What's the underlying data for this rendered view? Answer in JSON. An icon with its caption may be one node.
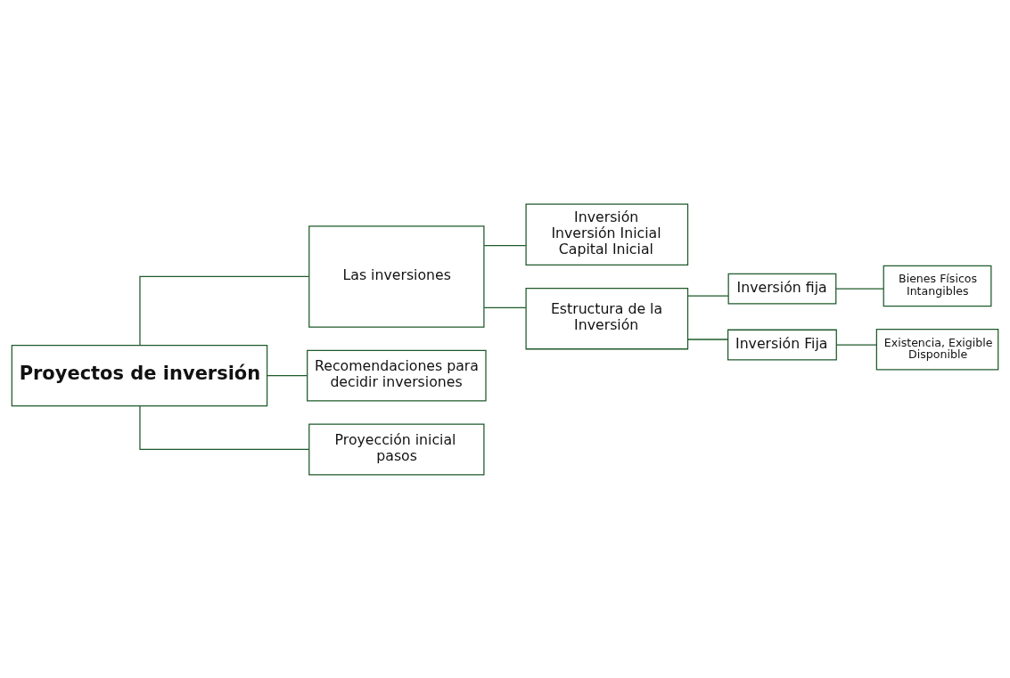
{
  "diagram": {
    "nodes": [
      {
        "text": [
          "Proyectos de inversión"
        ]
      },
      {
        "text": [
          "Las inversiones"
        ]
      },
      {
        "text": [
          "Inversión",
          "Inversión Inicial",
          "Capital Inicial"
        ]
      },
      {
        "text": [
          "Estructura de la Inversión"
        ]
      },
      {
        "text": [
          "Inversión fija"
        ]
      },
      {
        "text": [
          "Bienes Físicos",
          "Intangibles"
        ]
      },
      {
        "text": [
          "Inversión Fija"
        ]
      },
      {
        "text": [
          "Existencia, Exigible",
          "Disponible"
        ]
      },
      {
        "text": [
          "Recomendaciones para decidir inversiones"
        ]
      },
      {
        "text": [
          "Proyección inicial pasos"
        ]
      }
    ],
    "edges": [
      {
        "from": 0,
        "to": 1,
        "arrow": "none"
      },
      {
        "from": 1,
        "to": 2,
        "arrow": "none"
      },
      {
        "from": 1,
        "to": 3,
        "arrow": "none"
      },
      {
        "from": 3,
        "to": 4,
        "arrow": "none"
      },
      {
        "from": 4,
        "to": 5,
        "arrow": "none"
      },
      {
        "from": 3,
        "to": 6,
        "arrow": "none"
      },
      {
        "from": 6,
        "to": 7,
        "arrow": "none"
      },
      {
        "from": 0,
        "to": 8,
        "arrow": "none"
      },
      {
        "from": 0,
        "to": 9,
        "arrow": "none"
      }
    ]
  }
}
